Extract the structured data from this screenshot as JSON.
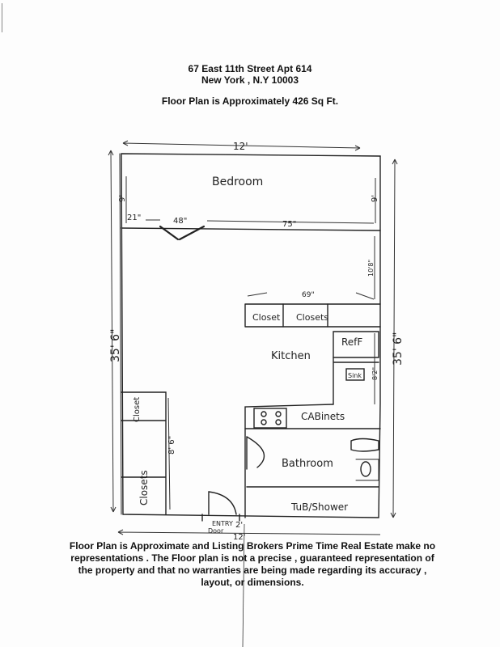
{
  "header": {
    "address_line1": "67 East 11th Street Apt 614",
    "address_line2": "New York , N.Y 10003",
    "area_note": "Floor Plan is Approximately 426 Sq Ft."
  },
  "rooms": {
    "bedroom": "Bedroom",
    "kitchen": "Kitchen",
    "bathroom": "Bathroom",
    "tub": "TuB/Shower",
    "closet_left": "Closet",
    "closets_left": "Closets",
    "closet_kitchen_1": "Closet",
    "closet_kitchen_2": "Closets",
    "ref": "RefF",
    "sink": "Sink",
    "cabinets": "CABinets",
    "entry": "ENTRY",
    "door": "Door"
  },
  "dimensions": {
    "width_top": "12'",
    "left_length": "35' 6\"",
    "right_length": "35' 6\"",
    "bedroom_depth_left": "9'",
    "bedroom_depth_right": "9'",
    "closet_width": "21\"",
    "door_width": "48\"",
    "wall_segment": "75\"",
    "right_mid": "10'8\"",
    "kitchen_width": "69\"",
    "kitchen_depth": "8'2\"",
    "closets_depth": "8' 6\"",
    "entry_width": "2'",
    "bottom_width": "12'"
  },
  "disclaimer": {
    "line1": "Floor Plan is Approximate and Listing Brokers Prime Time Real Estate make no",
    "line2": "representations . The Floor plan is not a precise , guaranteed representation of",
    "line3": "the property and that no warranties are being made regarding its accuracy ,",
    "line4": "layout, or dimensions."
  }
}
